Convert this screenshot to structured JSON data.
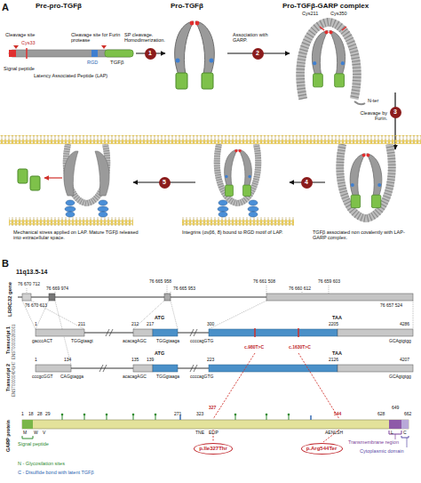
{
  "diagram": {
    "nodes": [
      {
        "text": [
          "1"
        ]
      },
      {
        "text": [
          "2"
        ]
      },
      {
        "text": [
          "3"
        ]
      },
      {
        "text": [
          "4"
        ]
      },
      {
        "text": [
          "5"
        ]
      },
      {
        "text": [
          "p.Ile327Thr"
        ]
      },
      {
        "text": [
          "p.Arg544Ter"
        ]
      }
    ],
    "labels": [
      "A",
      "Pre-pro-TGFβ",
      "Pro-TGFβ",
      "Pro-TGFβ-GARP complex",
      "Cleavage site",
      "Cys33",
      "Cleavage site for Furin protease",
      "RGD",
      "TGFβ",
      "Signal peptide",
      "Latency Associated Peptide (LAP)",
      "SP cleavage. Homodimerization.",
      "Association with GARP.",
      "Cys211",
      "Cys350",
      "N-ter",
      "Cleavage by Furin.",
      "TGFβ associated non covalently with LAP-GARP complex.",
      "Integrins (αvβ6, 8) bound to RGD motif of LAP.",
      "Mechanical stress applied on LAP. Mature TGFβ released into extracellular space.",
      "B",
      "11q13.5-14",
      "LRRC32 gene",
      "76 670 712",
      "76 669 974",
      "76 665 958",
      "76 665 953",
      "76 661 508",
      "76 660 612",
      "76 659 603",
      "76 670 613",
      "76 657 524",
      "Transcript 1",
      "ENST00000260061",
      "1",
      "211",
      "212",
      "217",
      "300",
      "2205",
      "4286",
      "ATG",
      "TAA",
      "gacccACT",
      "TGGgtaagt",
      "acacagAGC",
      "TGGgtaaga",
      "ccccagGTG",
      "GCAgtgtgg",
      "c.980T>C",
      "c.1630T>C",
      "Transcript 2",
      "ENST00000404147",
      "1",
      "134",
      "135",
      "139",
      "223",
      "2126",
      "4207",
      "ATG",
      "TAA",
      "cccgcGGT",
      "CAGgtagga",
      "acacagAGC",
      "TGGgtaaga",
      "ccccagGTG",
      "GCAgtgtgg",
      "GARP protein",
      "1",
      "18",
      "28",
      "29",
      "271",
      "323",
      "327",
      "544",
      "628",
      "649",
      "662",
      "M",
      "W",
      "V",
      "TNE",
      "ELIP",
      "AENLSH",
      "L",
      "C",
      "Signal peptide",
      "Transmembrane region",
      "Cytoplasmic domain",
      "N - Glycosilation sites",
      "C - Disulfide bond with latent TGFβ"
    ]
  }
}
